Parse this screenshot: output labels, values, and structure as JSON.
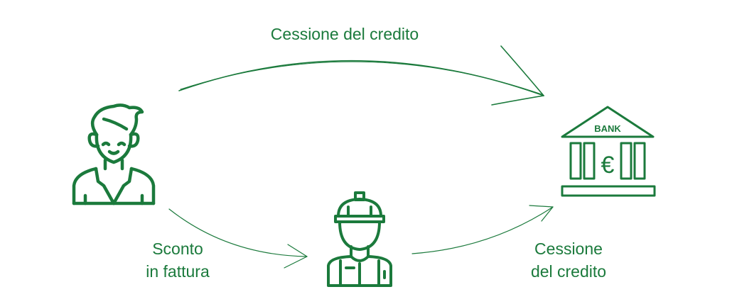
{
  "colors": {
    "accent": "#1b7a3c"
  },
  "labels": {
    "top_arrow": "Cessione del credito",
    "left_arrow_line1": "Sconto",
    "left_arrow_line2": "in fattura",
    "right_arrow_line1": "Cessione",
    "right_arrow_line2": "del credito"
  },
  "bank": {
    "sign": "BANK",
    "currency": "€"
  },
  "icons": {
    "client": "person-icon",
    "contractor": "worker-helmet-icon",
    "bank": "bank-icon"
  }
}
